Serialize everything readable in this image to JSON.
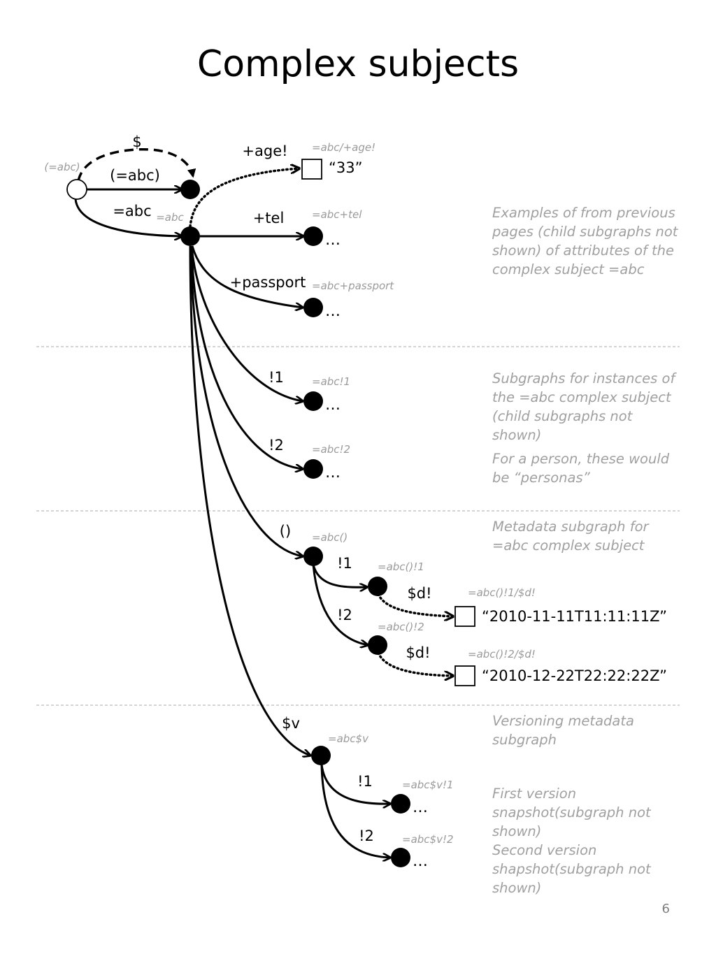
{
  "title": "Complex subjects",
  "page_number": "6",
  "graph": {
    "root_id": "(=abc)",
    "loop_label": "$",
    "edge_root_label": "(=abc)",
    "edge_abc_label": "=abc",
    "abc_id": "=abc",
    "age": {
      "label": "+age!",
      "id": "=abc/+age!",
      "value": "“33”"
    },
    "tel": {
      "label": "+tel",
      "id": "=abc+tel"
    },
    "passport": {
      "label": "+passport",
      "id": "=abc+passport"
    },
    "inst1": {
      "label": "!1",
      "id": "=abc!1"
    },
    "inst2": {
      "label": "!2",
      "id": "=abc!2"
    },
    "meta": {
      "label": "()",
      "id": "=abc()",
      "m1": {
        "label": "!1",
        "id": "=abc()!1",
        "d_label": "$d!",
        "d_id": "=abc()!1/$d!",
        "value": "“2010-11-11T11:11:11Z”"
      },
      "m2": {
        "label": "!2",
        "id": "=abc()!2",
        "d_label": "$d!",
        "d_id": "=abc()!2/$d!",
        "value": "“2010-12-22T22:22:22Z”"
      }
    },
    "version": {
      "label": "$v",
      "id": "=abc$v",
      "v1": {
        "label": "!1",
        "id": "=abc$v!1"
      },
      "v2": {
        "label": "!2",
        "id": "=abc$v!2"
      }
    },
    "ellipsis": "…"
  },
  "notes": {
    "attributes": "Examples of from previous pages (child subgraphs not shown) of attributes of the complex subject =abc",
    "instances": "Subgraphs for instances of the =abc complex subject (child subgraphs not shown)",
    "personas": "For a person, these would be “personas”",
    "metadata": "Metadata subgraph for =abc complex subject",
    "versioning": "Versioning metadata subgraph",
    "first_version": "First version snapshot(subgraph not shown)",
    "second_version": "Second version shapshot(subgraph not shown)"
  }
}
